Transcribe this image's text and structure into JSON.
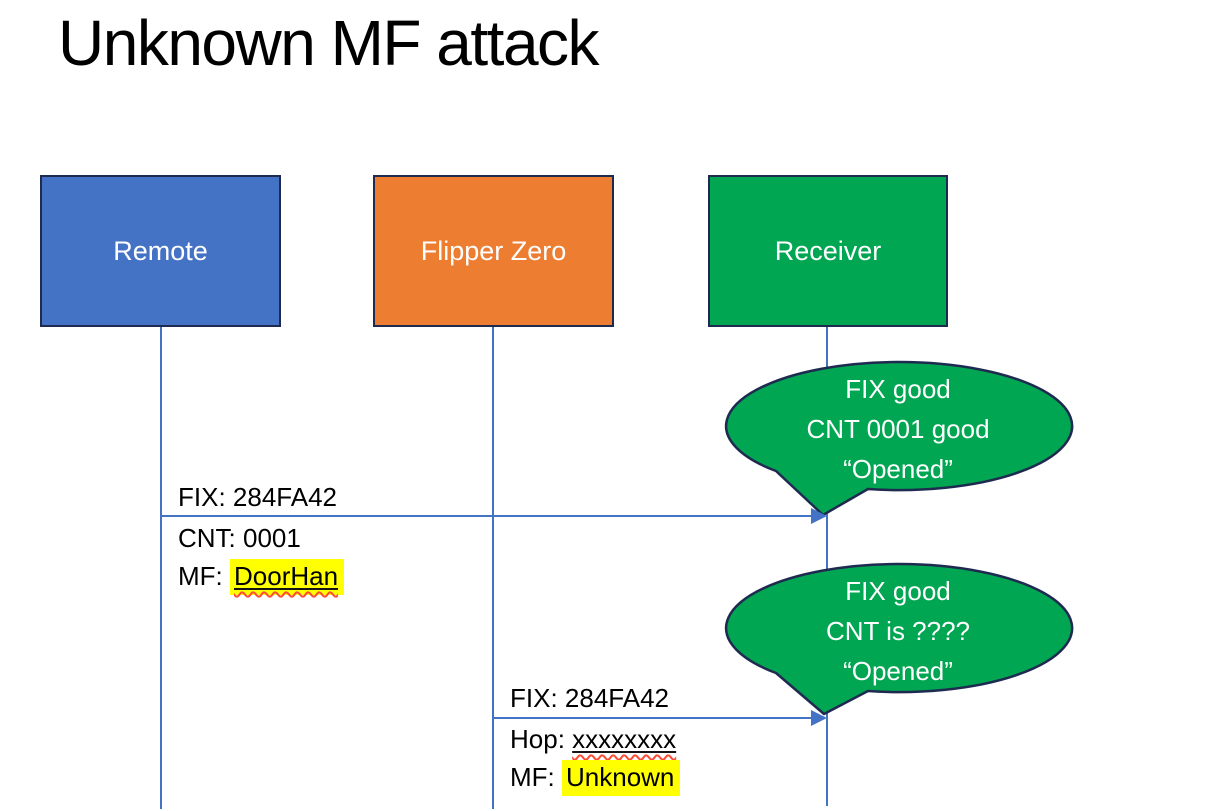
{
  "title": "Unknown MF attack",
  "actors": [
    {
      "label": "Remote"
    },
    {
      "label": "Flipper Zero"
    },
    {
      "label": "Receiver"
    }
  ],
  "messages": [
    {
      "from": "Remote",
      "to": "Receiver",
      "above": "FIX: 284FA42",
      "below1_prefix": "CNT: ",
      "below1_value": "0001",
      "below2_prefix": "MF: ",
      "below2_value": "DoorHan"
    },
    {
      "from": "Flipper Zero",
      "to": "Receiver",
      "above": "FIX: 284FA42",
      "below1_prefix": "Hop: ",
      "below1_value": "xxxxxxxx",
      "below2_prefix": "MF: ",
      "below2_value": "Unknown"
    }
  ],
  "bubbles": [
    {
      "line1": "FIX good",
      "line2": "CNT 0001 good",
      "line3": "“Opened”"
    },
    {
      "line1": "FIX good",
      "line2": "CNT is ????",
      "line3": "“Opened”"
    }
  ],
  "colors": {
    "remote_fill": "#4472C4",
    "flipper_fill": "#ED7D31",
    "receiver_fill": "#00A651",
    "bubble_fill": "#00A651",
    "shape_border": "#1F2A50",
    "connector_blue": "#4472C4",
    "highlight_yellow": "#FFFF00",
    "spellcheck_red": "#FF4B33"
  }
}
